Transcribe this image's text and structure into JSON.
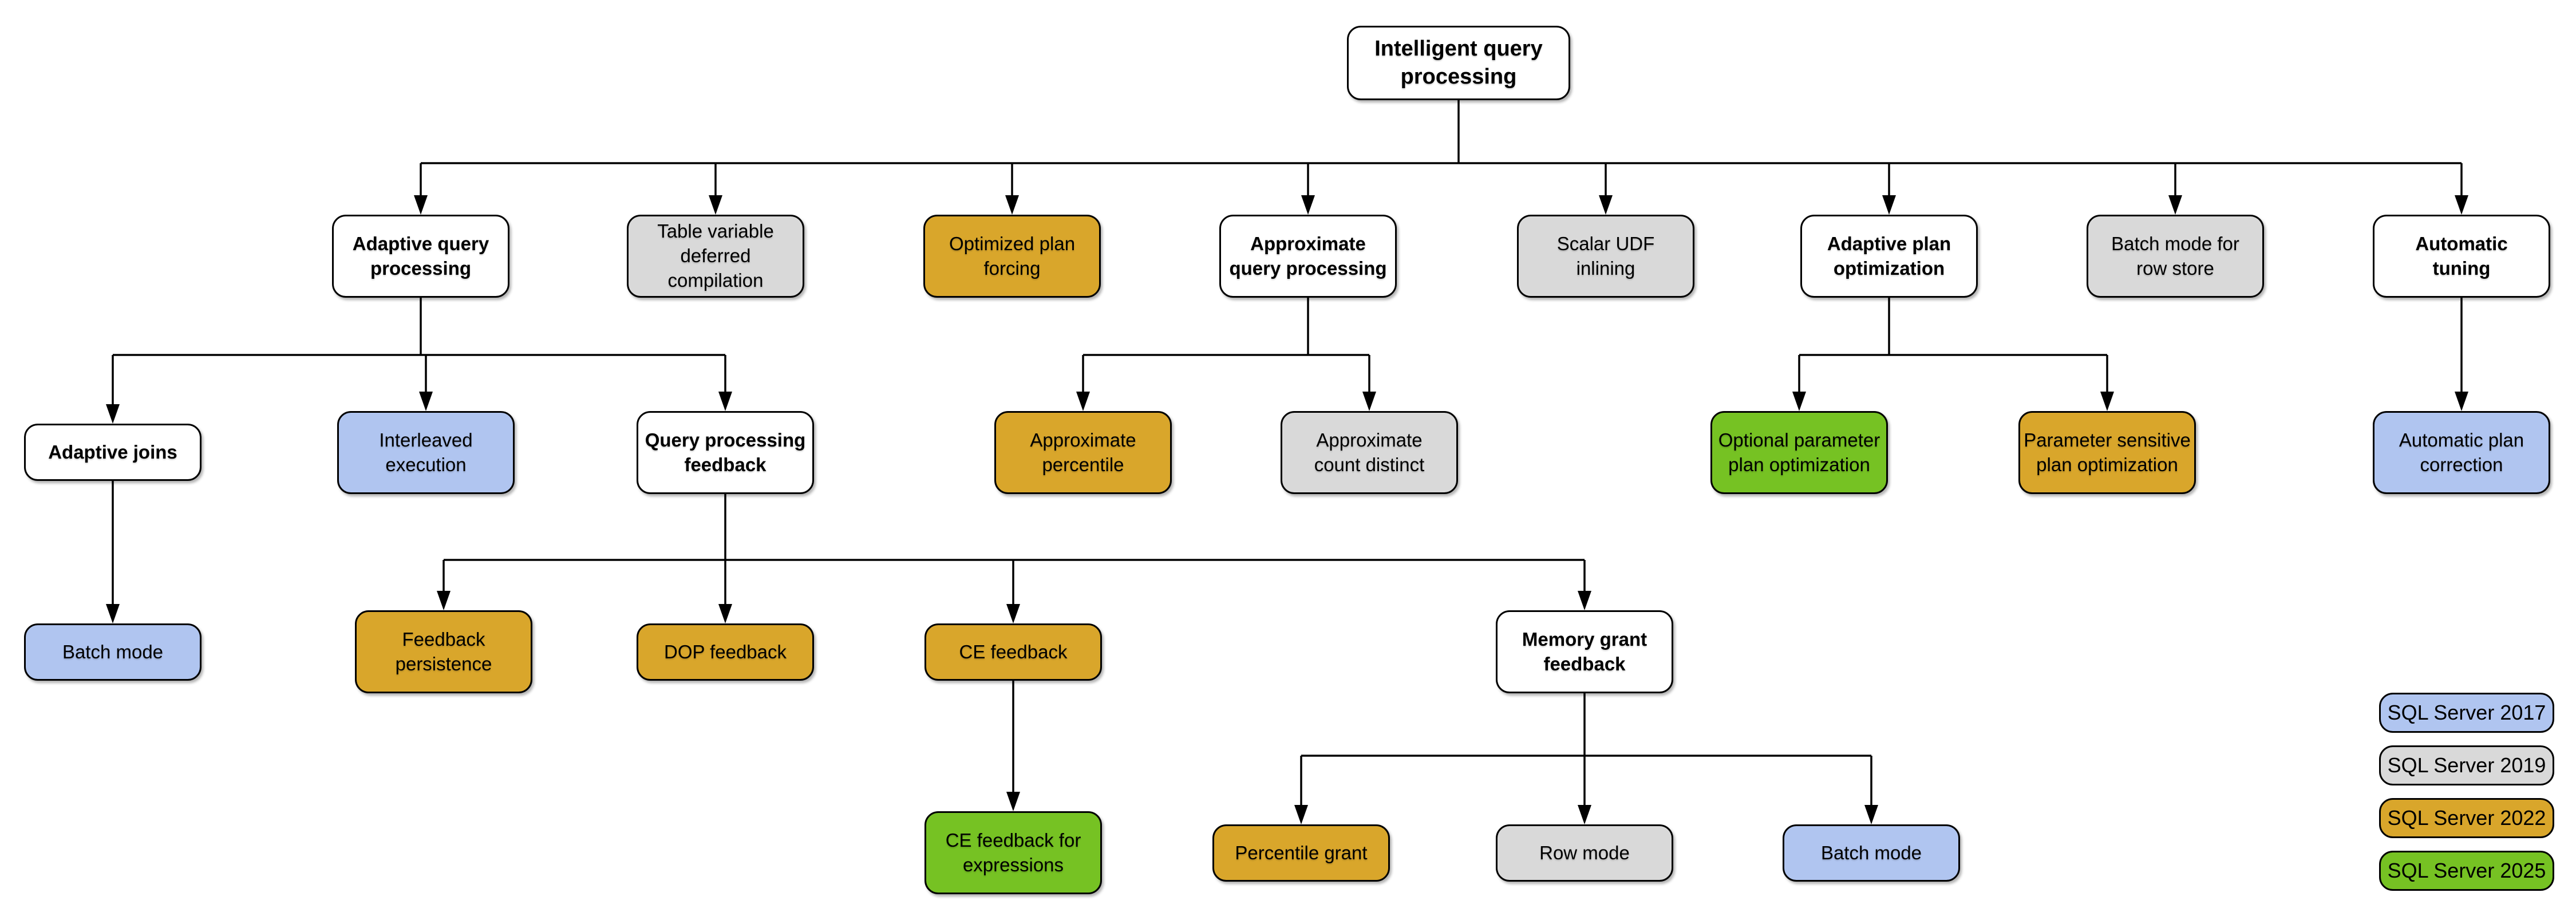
{
  "diagram_title": "Intelligent query processing",
  "palette": {
    "none": "#FFFFFF",
    "2017": "#B0C5F0",
    "2019": "#D9D9D9",
    "2022": "#D9A62B",
    "2025": "#76C223",
    "border": "#000000",
    "text": "#000000",
    "background": "#FFFFFF"
  },
  "nodes": [
    {
      "id": "intelligent-query-processing",
      "label": "Intelligent query\nprocessing",
      "version": "none"
    },
    {
      "id": "adaptive-query-processing",
      "label": "Adaptive query\nprocessing",
      "version": "none"
    },
    {
      "id": "table-variable-deferred-compilation",
      "label": "Table variable\ndeferred compilation",
      "version": "2019"
    },
    {
      "id": "optimized-plan-forcing",
      "label": "Optimized plan\nforcing",
      "version": "2022"
    },
    {
      "id": "approximate-query-processing",
      "label": "Approximate\nquery processing",
      "version": "none"
    },
    {
      "id": "scalar-udf-inlining",
      "label": "Scalar UDF\ninlining",
      "version": "2019"
    },
    {
      "id": "adaptive-plan-optimization",
      "label": "Adaptive plan\noptimization",
      "version": "none"
    },
    {
      "id": "batch-mode-for-row-store",
      "label": "Batch mode for\nrow store",
      "version": "2019"
    },
    {
      "id": "automatic-tuning",
      "label": "Automatic\ntuning",
      "version": "none"
    },
    {
      "id": "adaptive-joins",
      "label": "Adaptive joins",
      "version": "none"
    },
    {
      "id": "interleaved-execution",
      "label": "Interleaved\nexecution",
      "version": "2017"
    },
    {
      "id": "query-processing-feedback",
      "label": "Query processing\nfeedback",
      "version": "none"
    },
    {
      "id": "approximate-percentile",
      "label": "Approximate\npercentile",
      "version": "2022"
    },
    {
      "id": "approximate-count-distinct",
      "label": "Approximate\ncount distinct",
      "version": "2019"
    },
    {
      "id": "optional-parameter-plan-optimization",
      "label": "Optional parameter\nplan optimization",
      "version": "2025"
    },
    {
      "id": "parameter-sensitive-plan-optimization",
      "label": "Parameter sensitive\nplan optimization",
      "version": "2022"
    },
    {
      "id": "automatic-plan-correction",
      "label": "Automatic plan\ncorrection",
      "version": "2017"
    },
    {
      "id": "batch-mode-under-adaptive-joins",
      "label": "Batch mode",
      "version": "2017"
    },
    {
      "id": "feedback-persistence",
      "label": "Feedback\npersistence",
      "version": "2022"
    },
    {
      "id": "dop-feedback",
      "label": "DOP feedback",
      "version": "2022"
    },
    {
      "id": "ce-feedback",
      "label": "CE feedback",
      "version": "2022"
    },
    {
      "id": "memory-grant-feedback",
      "label": "Memory grant\nfeedback",
      "version": "none"
    },
    {
      "id": "ce-feedback-for-expressions",
      "label": "CE feedback for\nexpressions",
      "version": "2025"
    },
    {
      "id": "percentile-grant",
      "label": "Percentile grant",
      "version": "2022"
    },
    {
      "id": "row-mode",
      "label": "Row mode",
      "version": "2019"
    },
    {
      "id": "batch-mode-under-memory-grant",
      "label": "Batch mode",
      "version": "2017"
    }
  ],
  "legend": [
    {
      "label": "SQL Server 2017",
      "version": "2017"
    },
    {
      "label": "SQL Server 2019",
      "version": "2019"
    },
    {
      "label": "SQL Server 2022",
      "version": "2022"
    },
    {
      "label": "SQL Server 2025",
      "version": "2025"
    }
  ]
}
